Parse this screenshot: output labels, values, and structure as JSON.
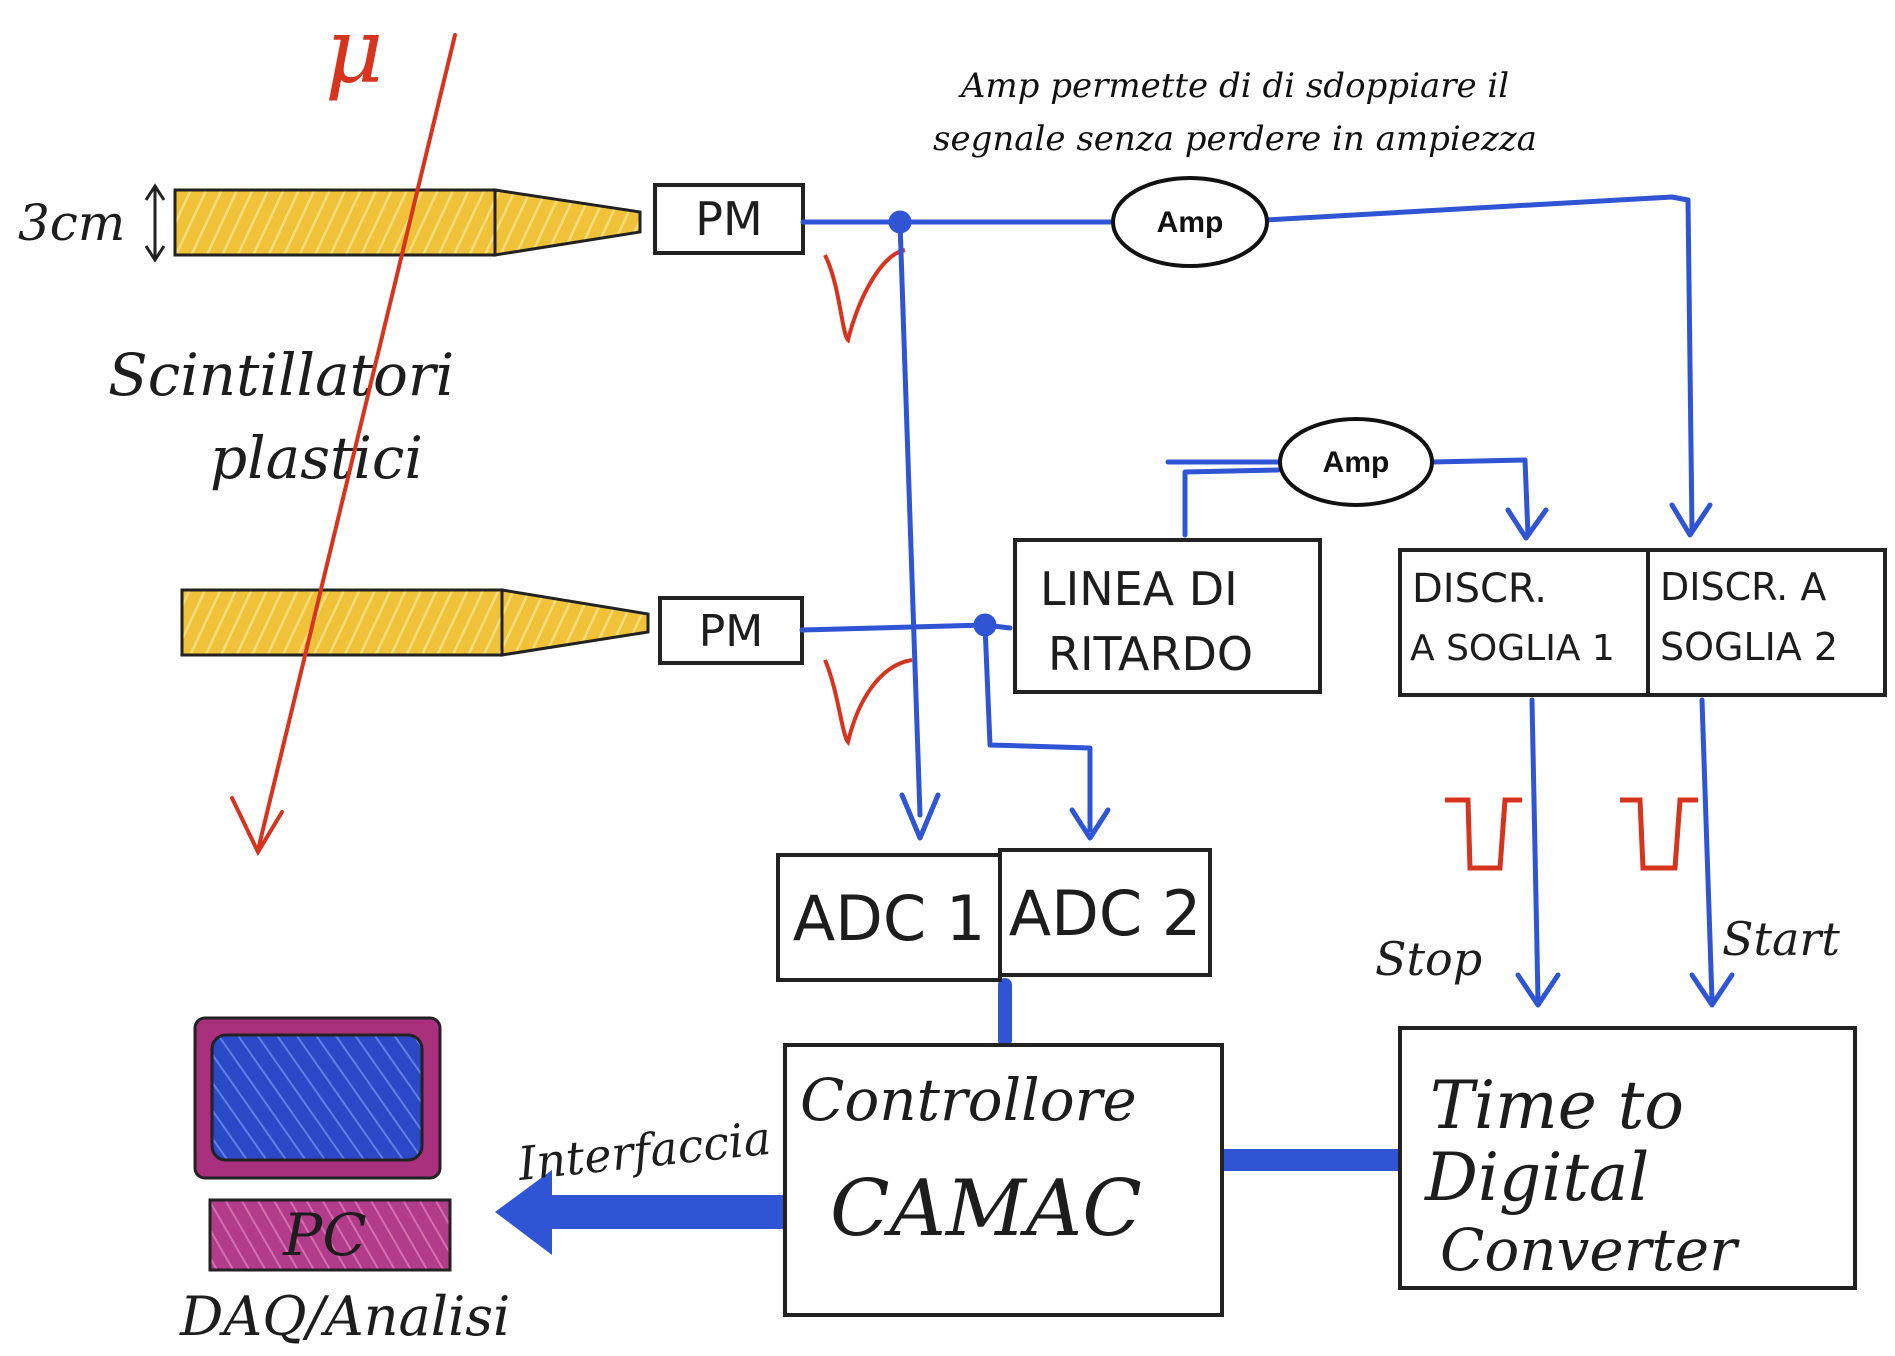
{
  "colors": {
    "wire": "#2f55d4",
    "particle": "#d7341f",
    "scintillator": "#f0c23a",
    "ink": "#1d1d1d",
    "pc_frame": "#a8307d",
    "pc_screen": "#2b49c7"
  },
  "diagram": {
    "note_line1": "Amp permette di di sdoppiare il",
    "note_line2": "segnale senza perdere in ampiezza",
    "particle_label": "μ",
    "thickness_label": "3cm",
    "scintillators_line1": "Scintillatori",
    "scintillators_line2": "plastici",
    "pm_top": "PM",
    "pm_bottom": "PM",
    "amp_top": "Amp",
    "amp_middle": "Amp",
    "delay_line1": "LINEA DI",
    "delay_line2": "RITARDO",
    "disc1_line1": "DISCR.",
    "disc1_line2": "A SOGLIA 1",
    "disc2_line1": "DISCR. A",
    "disc2_line2": "SOGLIA 2",
    "adc1": "ADC 1",
    "adc2": "ADC 2",
    "stop": "Stop",
    "start": "Start",
    "tdc_line1": "Time to",
    "tdc_line2": "Digital",
    "tdc_line3": "Converter",
    "camac_line1": "Controllore",
    "camac_line2": "CAMAC",
    "interface": "Interfaccia",
    "pc": "PC",
    "daq": "DAQ/Analisi"
  }
}
